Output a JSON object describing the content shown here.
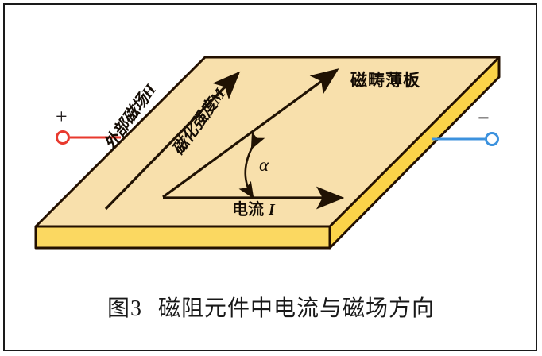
{
  "figure": {
    "caption_prefix": "图",
    "caption_number": "3",
    "caption_text": "磁阻元件中电流与磁场方向",
    "frame_color": "#1a1a1a",
    "background_color": "#ffffff"
  },
  "plate": {
    "label": "磁畴薄板",
    "top_face_color": "#F8E0AC",
    "side_face_color": "#FBD349",
    "front_face_color": "#FBD861",
    "outline_color": "#231000",
    "shape": "parallelogram-slab"
  },
  "vectors": {
    "magnetic_field": {
      "label": "外部磁场H",
      "symbol": "H",
      "color": "#2a1a06"
    },
    "magnetization": {
      "label": "磁化强度M",
      "symbol": "M",
      "color": "#2a1a06"
    },
    "current": {
      "label": "电流",
      "symbol": "I",
      "color": "#2a1a06"
    },
    "angle": {
      "symbol": "α",
      "between": "电流 I / 磁化强度 M"
    }
  },
  "terminals": {
    "positive": {
      "sign": "+",
      "color": "#E8392E",
      "node_type": "open-circle"
    },
    "negative": {
      "sign": "−",
      "color": "#3C92DE",
      "node_type": "open-circle"
    }
  }
}
